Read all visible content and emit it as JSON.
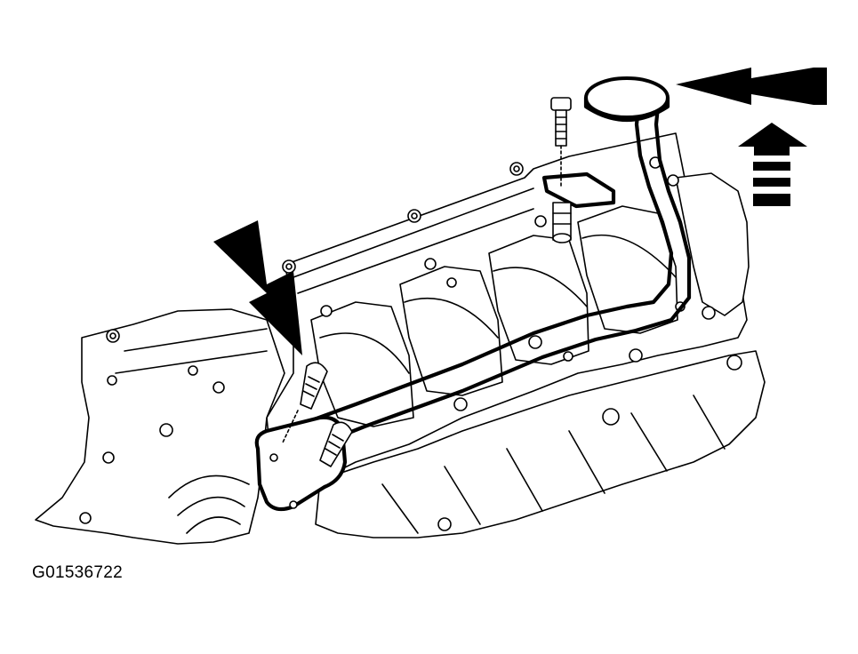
{
  "figure": {
    "code": "G01536722",
    "subject": "oil-pump-pickup-tube-on-engine-block"
  },
  "colors": {
    "line": "#000000",
    "background": "#ffffff"
  },
  "callouts": [
    {
      "name": "bolt-location-arrow",
      "direction": "down-right"
    },
    {
      "name": "pickup-screen-arrow",
      "direction": "left"
    },
    {
      "name": "front-of-engine-indicator",
      "direction": "up"
    }
  ]
}
